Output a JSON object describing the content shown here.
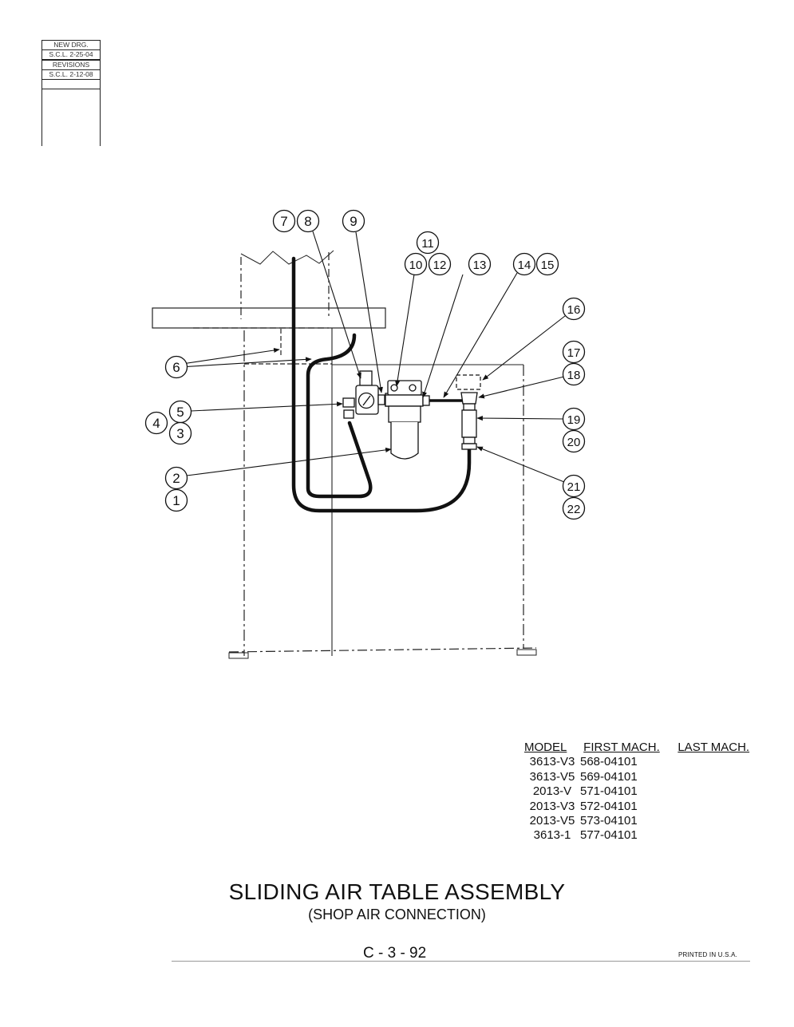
{
  "revision_block": {
    "rows": [
      "NEW DRG.",
      "S.C.L. 2-25-04",
      "REVISIONS",
      "S.C.L. 2-12-08",
      ""
    ]
  },
  "callouts": [
    "7",
    "8",
    "9",
    "11",
    "10",
    "12",
    "13",
    "14",
    "15",
    "16",
    "6",
    "17",
    "18",
    "5",
    "4",
    "3",
    "19",
    "20",
    "2",
    "1",
    "21",
    "22"
  ],
  "model_table": {
    "headers": {
      "model": "MODEL",
      "first": "FIRST MACH.",
      "last": "LAST MACH."
    },
    "rows": [
      {
        "model": "3613-V3",
        "first": "568-04101",
        "last": ""
      },
      {
        "model": "3613-V5",
        "first": "569-04101",
        "last": ""
      },
      {
        "model": "2013-V",
        "first": "571-04101",
        "last": ""
      },
      {
        "model": "2013-V3",
        "first": "572-04101",
        "last": ""
      },
      {
        "model": "2013-V5",
        "first": "573-04101",
        "last": ""
      },
      {
        "model": "3613-1",
        "first": "577-04101",
        "last": ""
      }
    ]
  },
  "title": "SLIDING AIR TABLE ASSEMBLY",
  "subtitle": "(SHOP AIR CONNECTION)",
  "page_number": "C - 3 - 92",
  "printed_note": "PRINTED IN U.S.A."
}
